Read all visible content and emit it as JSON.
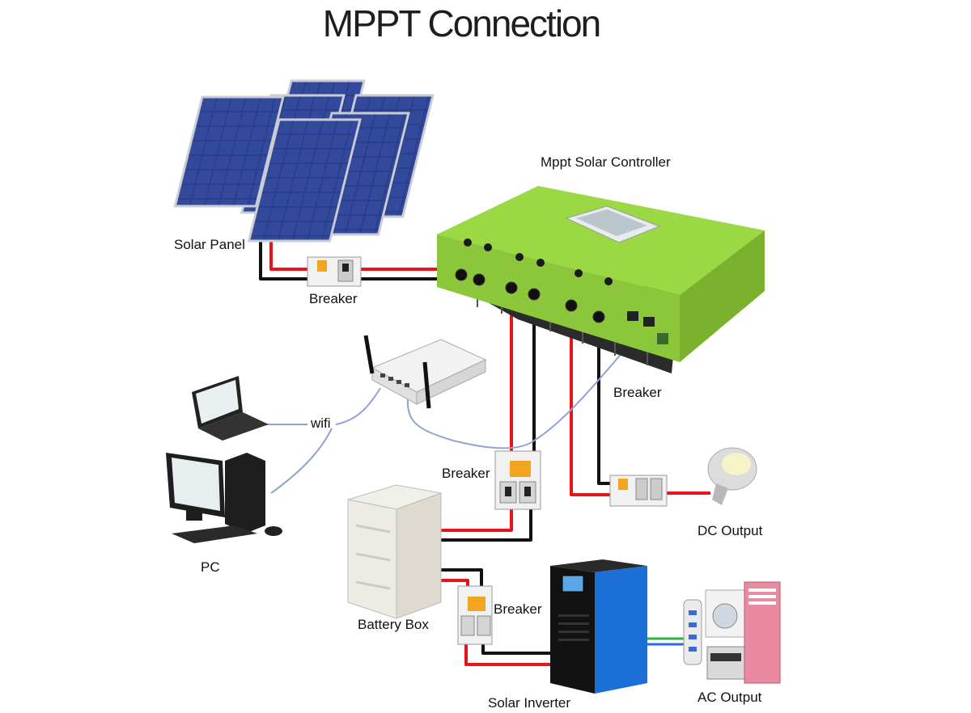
{
  "title": "MPPT Connection",
  "labels": {
    "controller": "Mppt Solar Controller",
    "solar_panel": "Solar Panel",
    "breaker_panel": "Breaker",
    "breaker_load": "Breaker",
    "breaker_battery": "Breaker",
    "breaker_inverter": "Breaker",
    "wifi": "wifi",
    "pc": "PC",
    "dc_output": "DC Output",
    "battery_box": "Battery Box",
    "solar_inverter": "Solar Inverter",
    "ac_output": "AC Output"
  },
  "colors": {
    "controller_green": "#8fd33a",
    "positive_wire": "#e8141c",
    "negative_wire": "#111111",
    "network_wire": "#8fa3d8",
    "inverter_blue": "#1b6fd6",
    "ac_wire_green": "#27b34a",
    "ac_wire_blue": "#2a6be0"
  }
}
